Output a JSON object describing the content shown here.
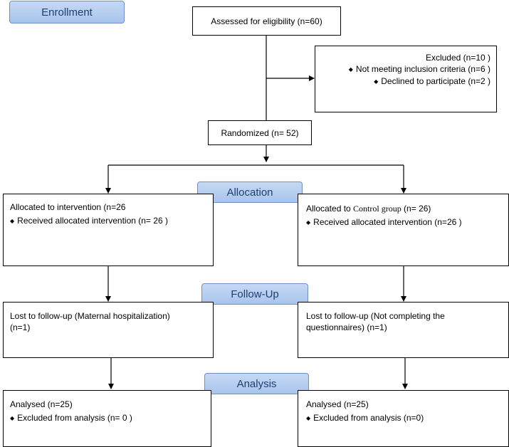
{
  "stages": {
    "enrollment": "Enrollment",
    "allocation": "Allocation",
    "followup": "Follow-Up",
    "analysis": "Analysis"
  },
  "assessed": "Assessed for eligibility (n=60)",
  "excluded": {
    "title": "Excluded (n=10   )",
    "items": [
      "Not meeting inclusion criteria (n=6 )",
      "Declined to participate (n=2  )"
    ]
  },
  "randomized": "Randomized  (n= 52)",
  "left": {
    "allocated": "Allocated to intervention  (n=26",
    "received": "Received  allocated intervention  (n= 26 )",
    "lost_line1": "Lost to follow-up  (Maternal  hospitalization)",
    "lost_line2": "(n=1)",
    "analysed": "Analysed  (n=25)",
    "excluded": "Excluded from analysis (n=  0 )"
  },
  "right": {
    "allocated_prefix": "Allocated to ",
    "allocated_group": "Control group",
    "allocated_suffix": " (n= 26)",
    "received": "Received  allocated intervention (n=26  )",
    "lost_line1": "Lost to follow-up  (Not completing the",
    "lost_line2": "questionnaires)  (n=1)",
    "analysed": "Analysed  (n=25)",
    "excluded": "Excluded from analysis (n=0)"
  },
  "bullet": "◆"
}
